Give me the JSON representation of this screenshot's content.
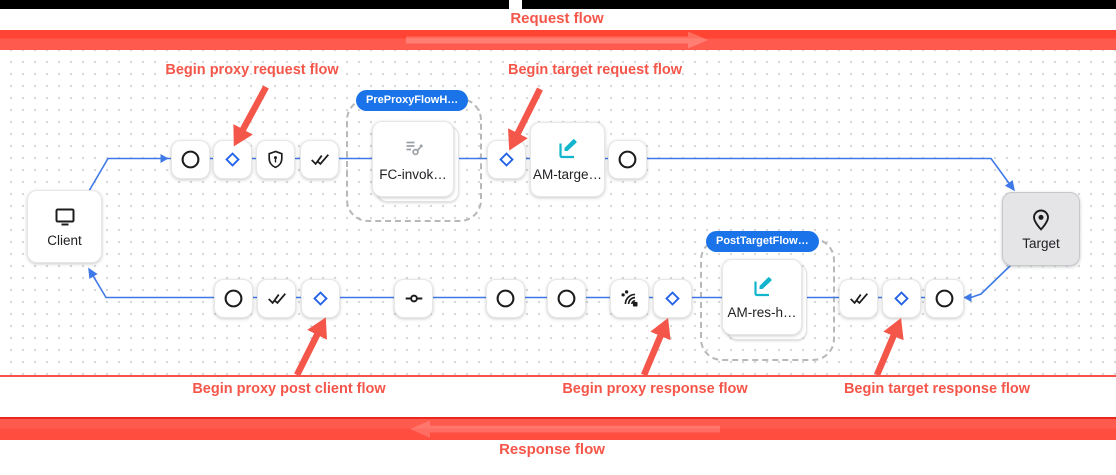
{
  "colors": {
    "annotation_red": "#f5564a",
    "bar_red": "#ff4d40",
    "bar_red_dark": "#ff4433",
    "bar_edge_red": "#e9281b",
    "badge_blue": "#1a73e8",
    "connector_blue": "#3f79e8",
    "diamond_blue": "#2563e8",
    "edit_teal": "#12b5cb",
    "icon_gray": "#9aa0a6"
  },
  "annotations": {
    "request_flow": "Request flow",
    "response_flow": "Response flow",
    "begin_proxy_request": "Begin proxy request flow",
    "begin_target_request": "Begin target request flow",
    "begin_proxy_post_client": "Begin proxy post client flow",
    "begin_proxy_response": "Begin proxy response flow",
    "begin_target_response": "Begin target response flow"
  },
  "diagram": {
    "client_label": "Client",
    "target_label": "Target",
    "badges": {
      "pre_proxy": "PreProxyFlowH…",
      "post_target": "PostTargetFlow…"
    },
    "cards": {
      "fc_invoke": "FC-invok…",
      "am_target": "AM-targe…",
      "am_response": "AM-res-h…"
    },
    "icons": [
      "client-monitor-icon",
      "step-circle-icon",
      "condition-diamond-icon",
      "shield-key-icon",
      "double-check-icon",
      "flow-callout-icon",
      "edit-pencil-icon",
      "switch-icon",
      "signal-icon",
      "target-pin-icon"
    ]
  }
}
